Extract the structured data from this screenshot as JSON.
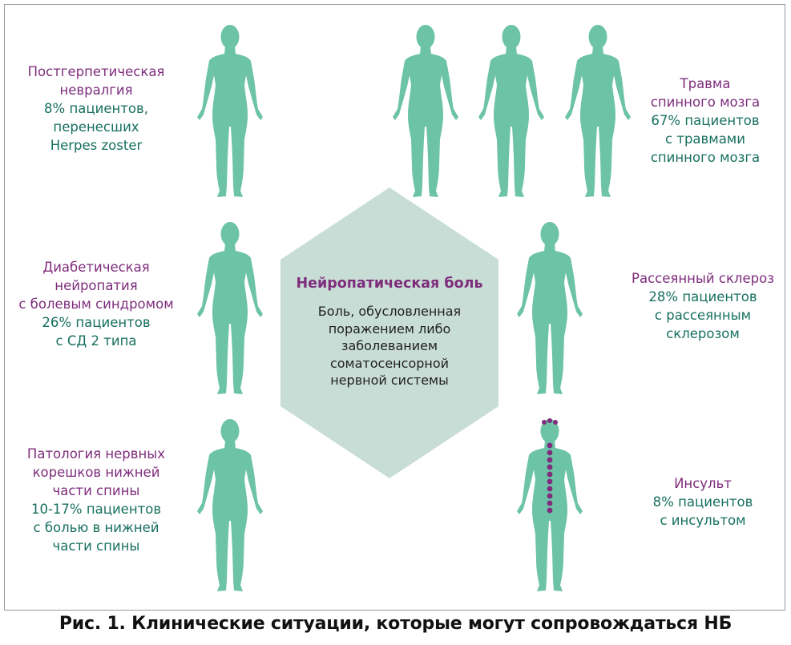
{
  "colors": {
    "body": "#6cc3a6",
    "accent": "#802b7d",
    "hex": "#c8ddd5"
  },
  "icon": "human-body-silhouette",
  "center": {
    "title": "Нейропатическая боль",
    "lines": [
      "Боль, обусловленная",
      "поражением либо",
      "заболеванием",
      "соматосенсорной",
      "нервной системы"
    ]
  },
  "items": [
    {
      "title_lines": [
        "Постгерпетическая",
        "невралгия"
      ],
      "stat_lines": [
        "8% пациентов,",
        "перенесших",
        "Herpes zoster"
      ]
    },
    {
      "title_lines": [
        "Диабетическая",
        "нейропатия",
        "с болевым синдромом"
      ],
      "stat_lines": [
        "26% пациентов",
        "с СД 2 типа"
      ]
    },
    {
      "title_lines": [
        "Патология нервных",
        "корешков нижней",
        "части спины"
      ],
      "stat_lines": [
        "10-17% пациентов",
        "с болью в нижней",
        "части спины"
      ]
    },
    {
      "title_lines": [
        "Травма",
        "спинного мозга"
      ],
      "stat_lines": [
        "67% пациентов",
        "с травмами",
        "спинного мозга"
      ]
    },
    {
      "title_lines": [
        "Рассеянный склероз"
      ],
      "stat_lines": [
        "28% пациентов",
        "с рассеянным",
        "склерозом"
      ]
    },
    {
      "title_lines": [
        "Инсульт"
      ],
      "stat_lines": [
        "8% пациентов",
        "с инсультом"
      ]
    }
  ],
  "caption": "Рис. 1. Клинические ситуации, которые могут сопровождаться НБ"
}
